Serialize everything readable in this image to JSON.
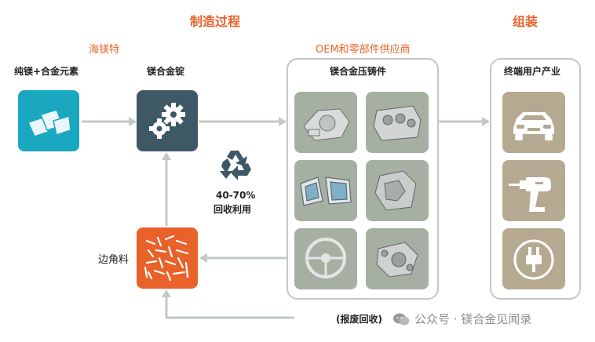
{
  "headers": {
    "process": "制造过程",
    "assembly": "组装"
  },
  "subheaders": {
    "hai_mei_te": "海镁特",
    "oem": "OEM和零部件供应商"
  },
  "nodes": {
    "raw_materials": "纯镁+合金元素",
    "ingot": "镁合金锭",
    "die_casting": "镁合金压铸件",
    "end_use": "终端用户产业",
    "scrap": "边角料"
  },
  "recycle": {
    "percent": "40-70%",
    "label": "回收利用"
  },
  "scrap_return": "(报废回收)",
  "watermark": "公众号 · 镁合金见闻录",
  "colors": {
    "accent_orange": "#e8622a",
    "teal": "#1aa7c0",
    "slate": "#3f5866",
    "parts_tile": "#a5b0a3",
    "end_use_tile": "#b5aa91",
    "arrow_gray": "#c2c9c2"
  },
  "icons": {
    "raw_materials": "metal-ingots-icon",
    "ingot": "gears-icon",
    "recycle": "recycle-icon",
    "scrap": "scrap-chips-icon",
    "end_use": [
      "car-icon",
      "power-drill-icon",
      "power-plug-icon"
    ],
    "parts": [
      "gearbox-housing-icon",
      "engine-block-icon",
      "door-frame-icon",
      "engine-casting-icon",
      "steering-wheel-icon",
      "bracket-casting-icon"
    ]
  }
}
